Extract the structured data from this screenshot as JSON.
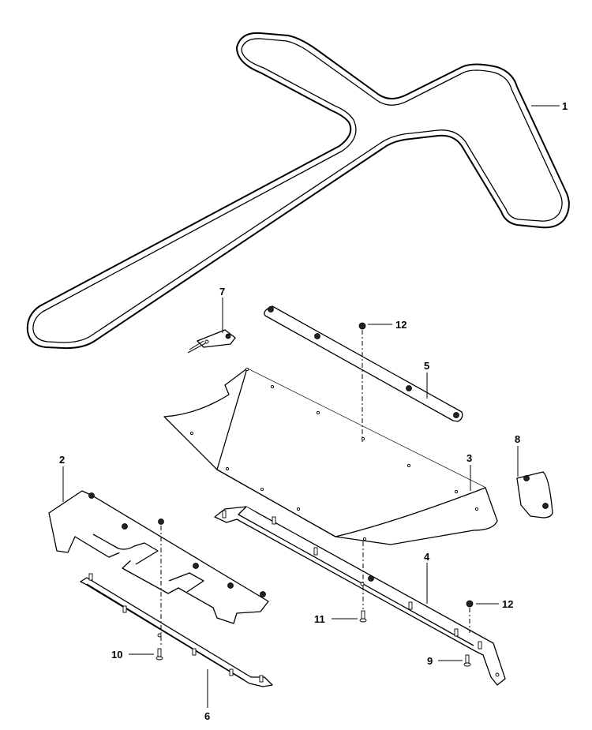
{
  "diagram": {
    "callouts": {
      "c1": "1",
      "c2": "2",
      "c3": "3",
      "c4": "4",
      "c5": "5",
      "c6": "6",
      "c7": "7",
      "c8": "8",
      "c9": "9",
      "c10": "10",
      "c11": "11",
      "c12a": "12",
      "c12b": "12"
    }
  }
}
